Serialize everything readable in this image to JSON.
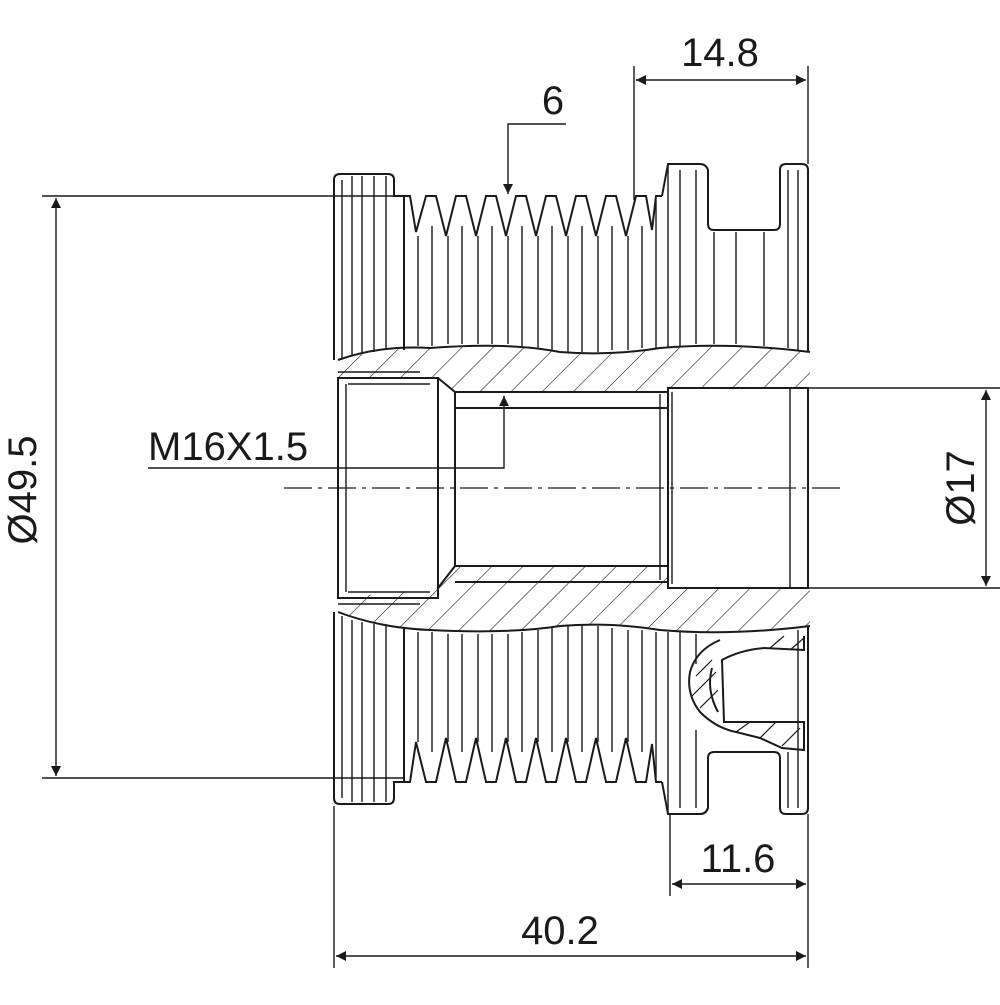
{
  "dimensions": {
    "outer_diameter": "Ø49.5",
    "bore_diameter": "Ø17",
    "thread": "M16X1.5",
    "groove_count": "6",
    "front_length": "14.8",
    "rear_length": "11.6",
    "overall_length": "40.2"
  },
  "colors": {
    "line": "#1a1a1a",
    "background": "#ffffff"
  }
}
